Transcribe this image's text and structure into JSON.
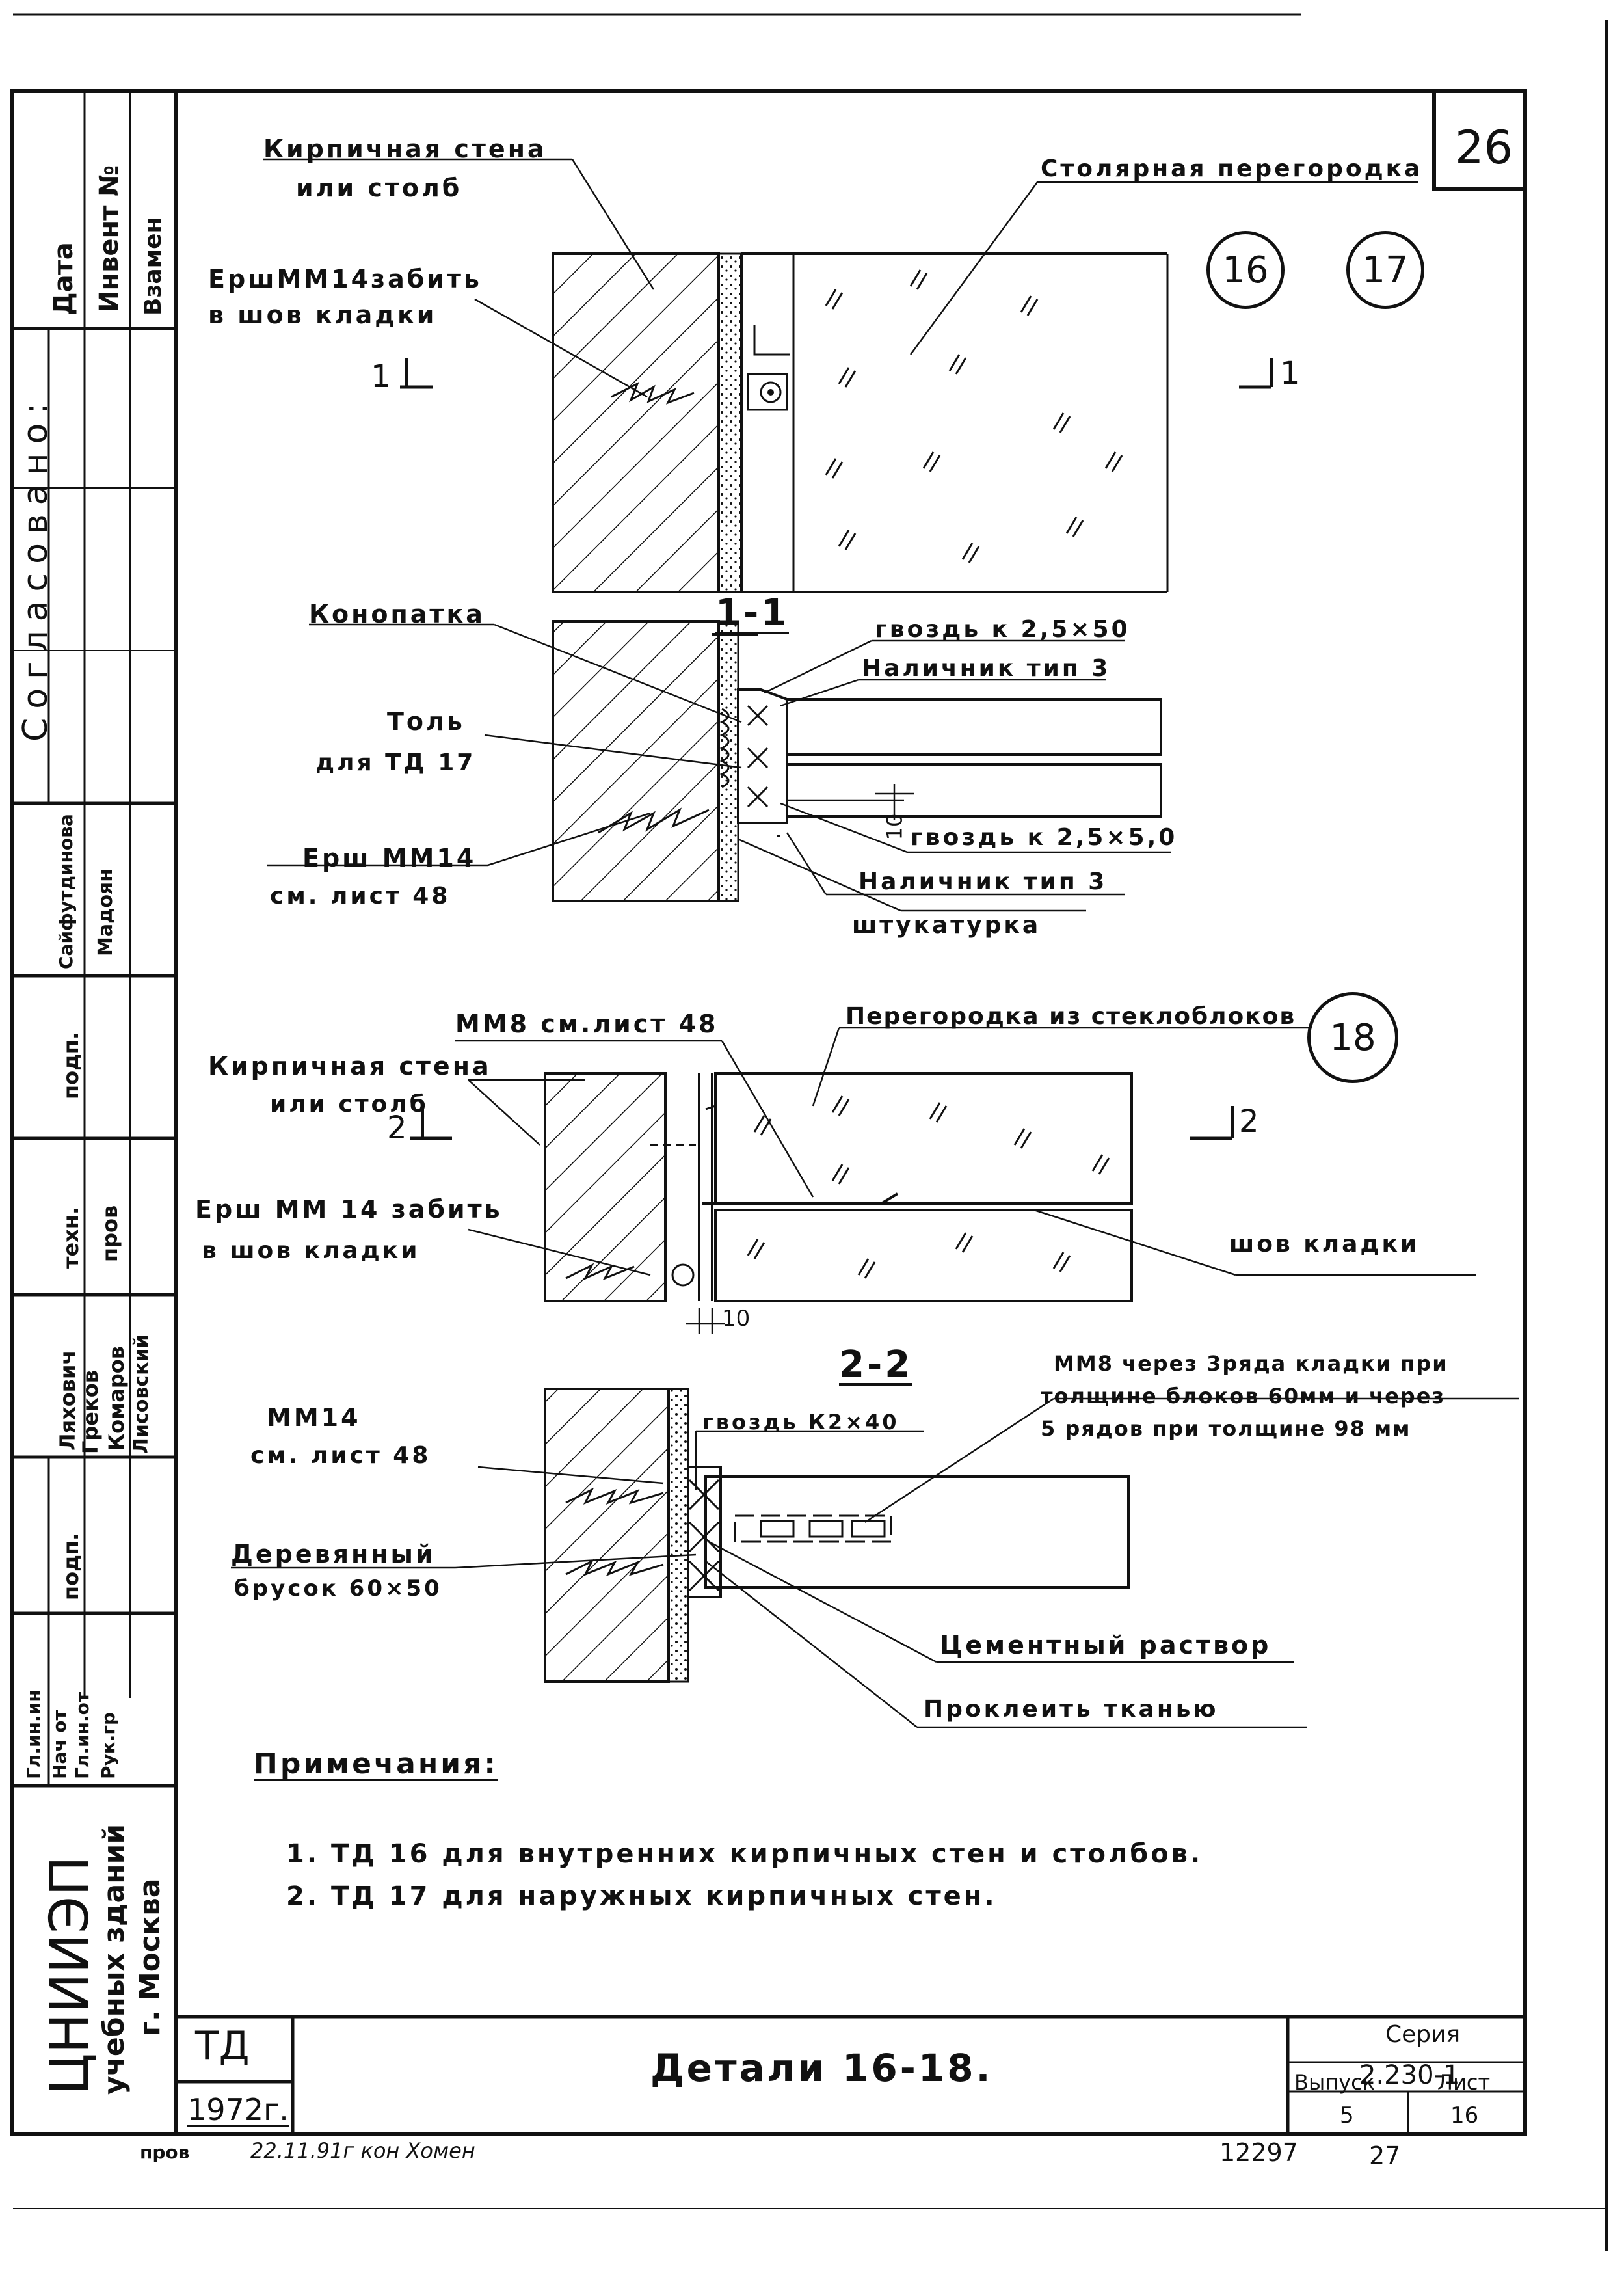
{
  "sheet": {
    "sheet_number": "26",
    "title": "Детали 16-18.",
    "type_code": "ТД",
    "year": "1972г.",
    "series_label": "Серия",
    "series_value": "2.230-1",
    "issue_label": "Выпуск",
    "issue_value": "5",
    "list_label": "Лист",
    "list_value": "16",
    "footer_left": "пров",
    "footer_sign": "22.11.91г кон Хомен",
    "footer_number": "12297",
    "footer_page": "27"
  },
  "org": {
    "line1": "ЦНИИЭП",
    "line2": "учебных зданий",
    "line3": "г. Москва"
  },
  "side_stamp": {
    "date": "Дата",
    "invent": "Инвент №",
    "vzamen": "Взамен",
    "soglasovano": "Согласовано:",
    "rows": [
      {
        "role": "Гл.ин.ин",
        "name": "",
        "sig": ""
      },
      {
        "role": "Нач от",
        "name": "",
        "sig": ""
      },
      {
        "role": "Гл.ин.от",
        "name": "",
        "sig": ""
      },
      {
        "role": "Рук.гр",
        "name": "",
        "sig": ""
      }
    ],
    "names": [
      "Ляхович",
      "Греков",
      "Комаров",
      "Лисовский"
    ],
    "podp1": "подп.",
    "tekhn": "техн.",
    "prov": "пров",
    "podp2": "подп.",
    "salyutdinova": "Сайфутдинова",
    "madoyan": "Мадоян"
  },
  "markers": {
    "c16": "16",
    "c17": "17",
    "c18": "18",
    "cut1_left": "1",
    "cut1_right": "1",
    "cut2_left": "2",
    "cut2_right": "2",
    "section11": "1-1",
    "section22": "2-2",
    "dim10": "10",
    "dim10b": "10"
  },
  "labels": {
    "brick_wall_1": "Кирпичная стена",
    "brick_wall_1b": "или столб",
    "joinery": "Столярная перегородка",
    "ersh1": "ЕршММ14забить",
    "ersh1b": "в шов кладки",
    "konopatka": "Конопатка",
    "nail1": "гвоздь к 2,5×50",
    "nalichnik1": "Наличник тип 3",
    "tol": "Толь",
    "tol_b": "для ТД 17",
    "nail2": "гвоздь к 2,5×5,0",
    "ersh2": "Ерш ММ14",
    "ersh2b": "см. лист 48",
    "nalichnik2": "Наличник тип 3",
    "plaster": "штукатурка",
    "mm8": "ММ8 см.лист 48",
    "glassblock": "Перегородка из стеклоблоков",
    "brick_wall_2": "Кирпичная стена",
    "brick_wall_2b": "или столб",
    "ersh3": "Ерш ММ 14 забить",
    "ersh3b": "в шов кладки",
    "joint": "шов кладки",
    "mm8_note1": "ММ8 через 3ряда кладки при",
    "mm8_note2": "толщине блоков 60мм и через",
    "mm8_note3": "5 рядов при толщине 98 мм",
    "mm14": "ММ14",
    "mm14b": "см. лист 48",
    "nail3": "гвоздь К2×40",
    "wood": "Деревянный",
    "wood_b": "брусок 60×50",
    "cement": "Цементный раствор",
    "fabric": "Проклеить тканью"
  },
  "notes": {
    "heading": "Примечания:",
    "items": [
      "1. ТД 16 для внутренних кирпичных стен и столбов.",
      "2. ТД 17 для наружных кирпичных стен."
    ]
  }
}
